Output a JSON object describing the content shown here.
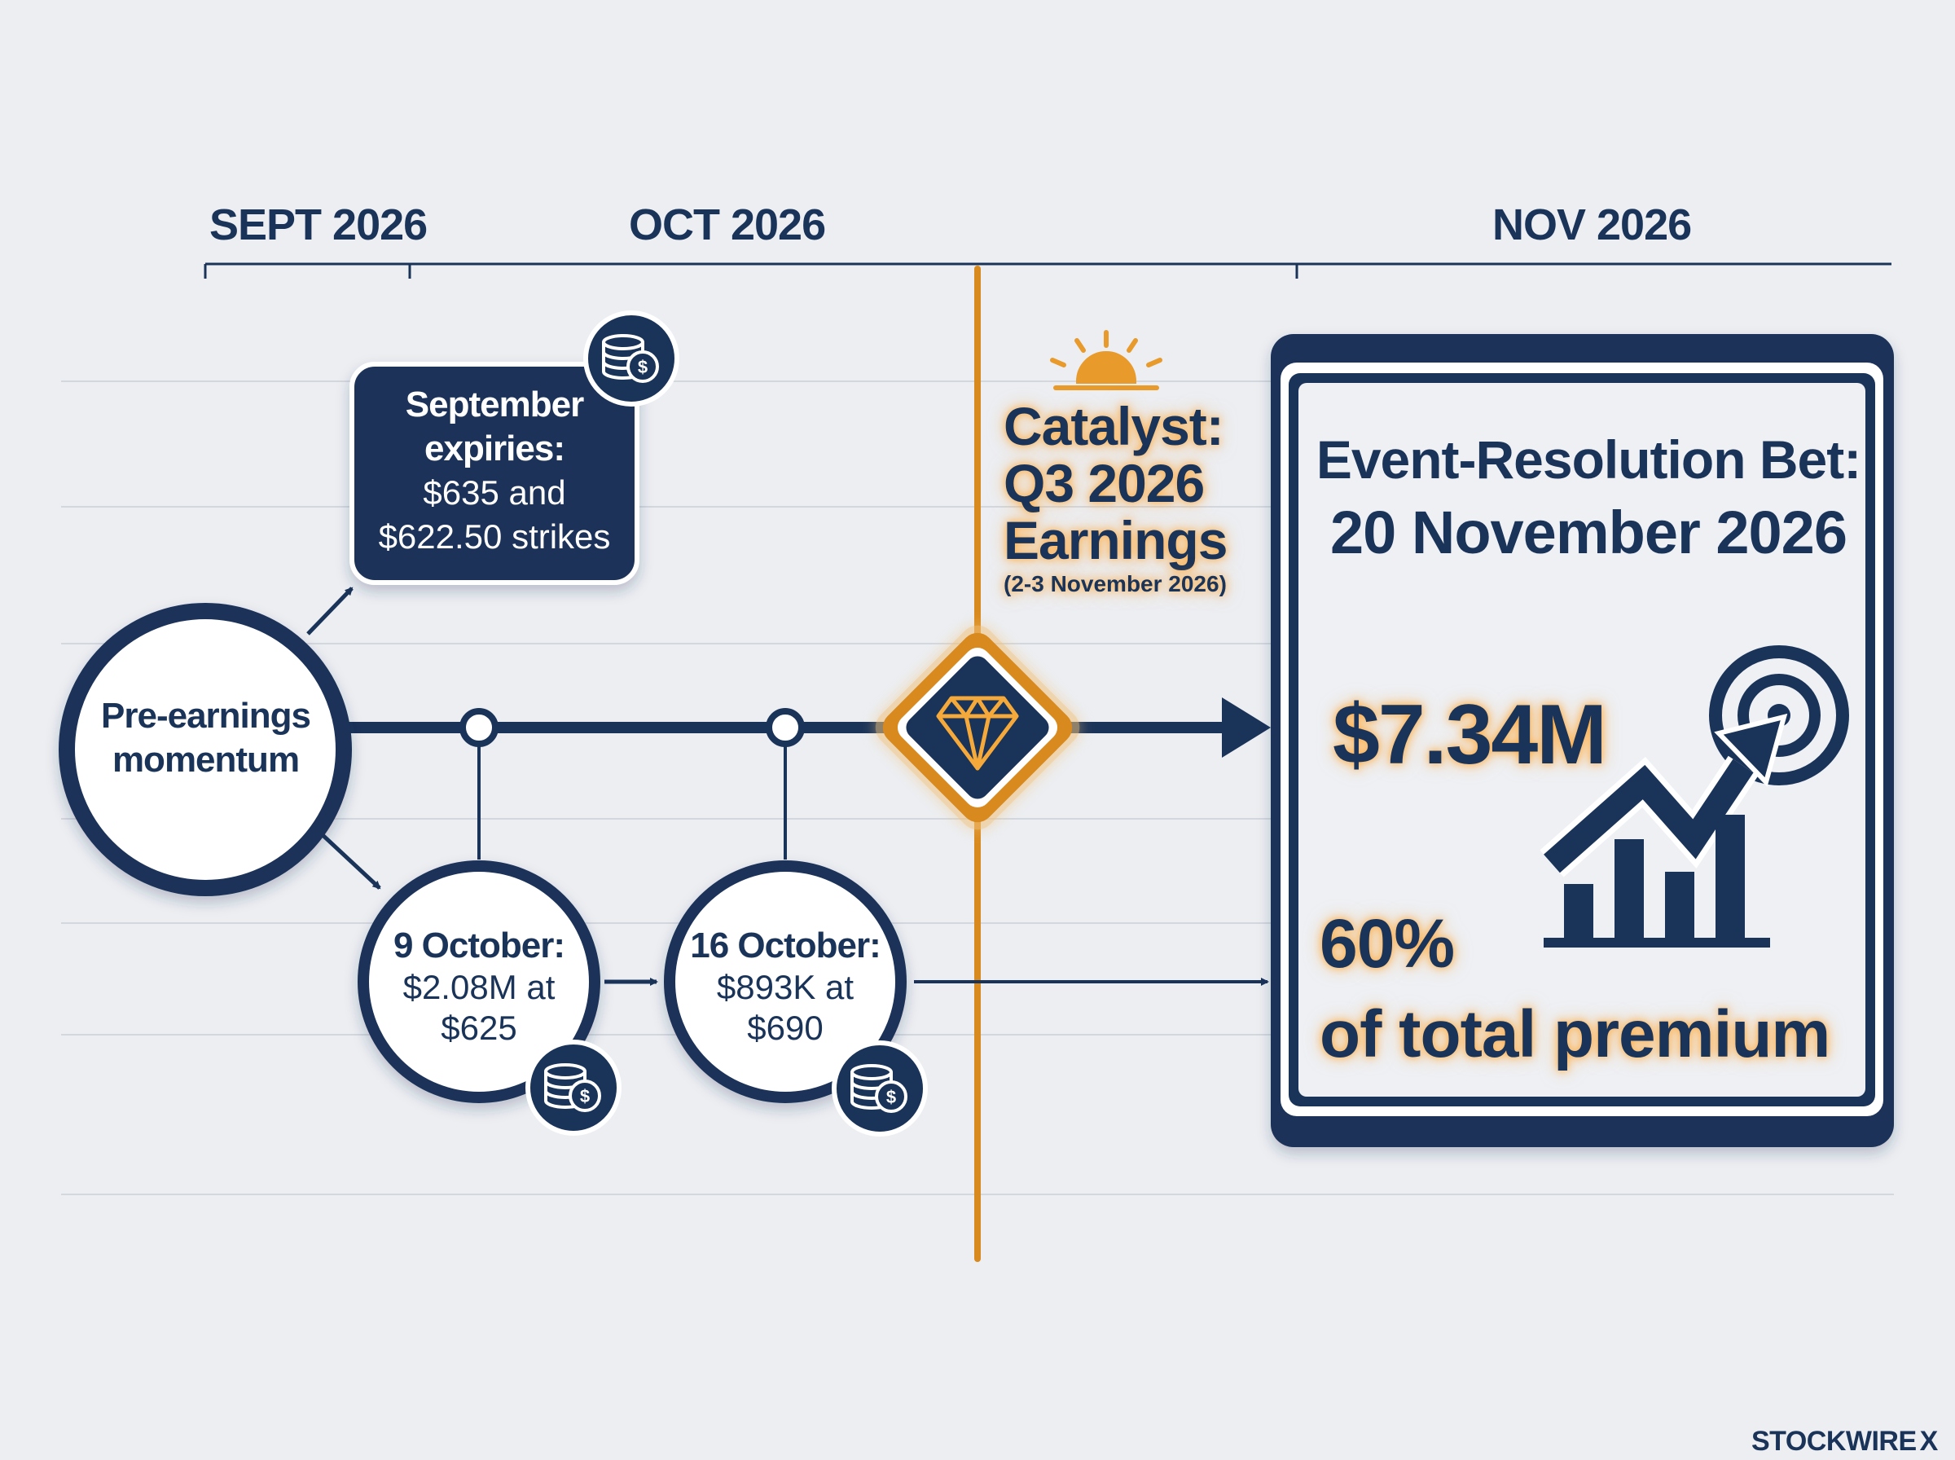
{
  "timeline": {
    "months": [
      "SEPT 2026",
      "OCT 2026",
      "NOV 2026"
    ]
  },
  "start_node": {
    "label": "Pre-earnings momentum"
  },
  "september_box": {
    "title": "September expiries:",
    "line1": "$635 and",
    "line2": "$622.50 strikes"
  },
  "oct9": {
    "title": "9 October:",
    "line1": "$2.08M at",
    "line2": "$625"
  },
  "oct16": {
    "title": "16 October:",
    "line1": "$893K at",
    "line2": "$690"
  },
  "catalyst": {
    "line1": "Catalyst:",
    "line2": "Q3 2026",
    "line3": "Earnings",
    "dates": "(2-3 November 2026)"
  },
  "event_panel": {
    "title_line1": "Event-Resolution Bet:",
    "title_line2": "20 November 2026",
    "amount": "$7.34M",
    "percent": "60%",
    "percent_label": "of total premium"
  },
  "brand": {
    "name": "STOCKWIRE",
    "mark": "X"
  },
  "icons": {
    "coins": "coin-stack-dollar-icon",
    "diamond": "diamond-icon",
    "sunrise": "sunrise-icon",
    "growth": "growth-chart-target-icon"
  },
  "colors": {
    "navy": "#1a3358",
    "accent_orange": "#d98a1e",
    "background": "#eceef2"
  }
}
